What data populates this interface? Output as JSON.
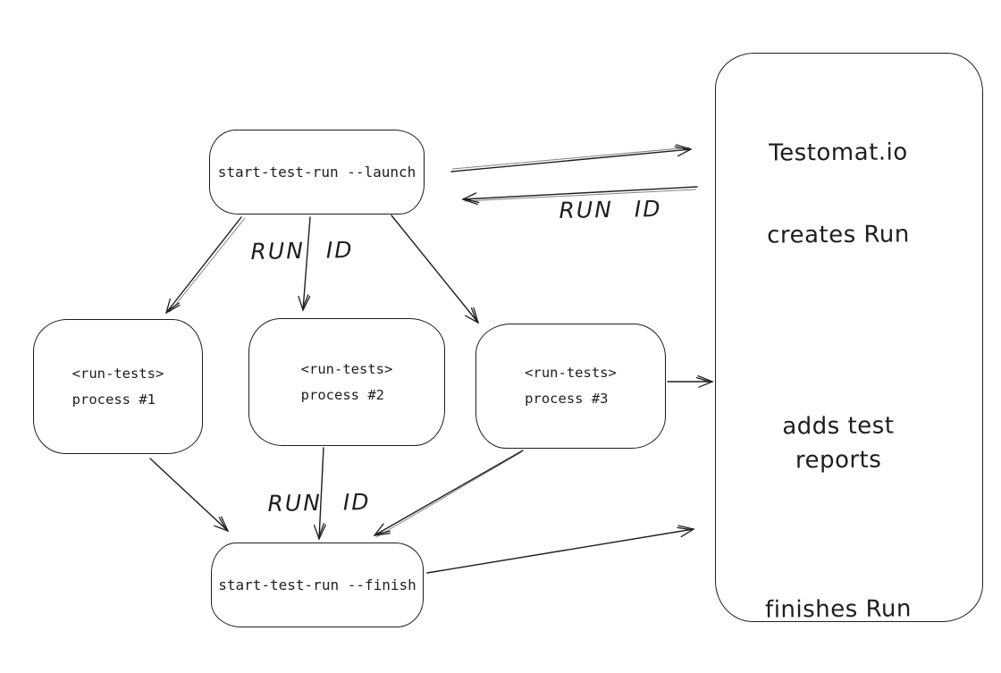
{
  "colors": {
    "background": "#ffffff",
    "stroke": "#1e1e1e"
  },
  "nodes": {
    "launch": {
      "label": "start-test-run --launch"
    },
    "process1": {
      "line1": "<run-tests>",
      "line2": "process #1"
    },
    "process2": {
      "line1": "<run-tests>",
      "line2": "process #2"
    },
    "process3": {
      "line1": "<run-tests>",
      "line2": "process #3"
    },
    "finish": {
      "label": "start-test-run --finish"
    },
    "testomat": {
      "title": "Testomat.io",
      "creates": "creates Run",
      "adds_line1": "adds test",
      "adds_line2": "reports",
      "finishes": "finishes Run"
    }
  },
  "edge_labels": {
    "run_id_response": "RUN ID",
    "run_id_fanout": "RUN ID",
    "run_id_collect": "RUN ID"
  }
}
